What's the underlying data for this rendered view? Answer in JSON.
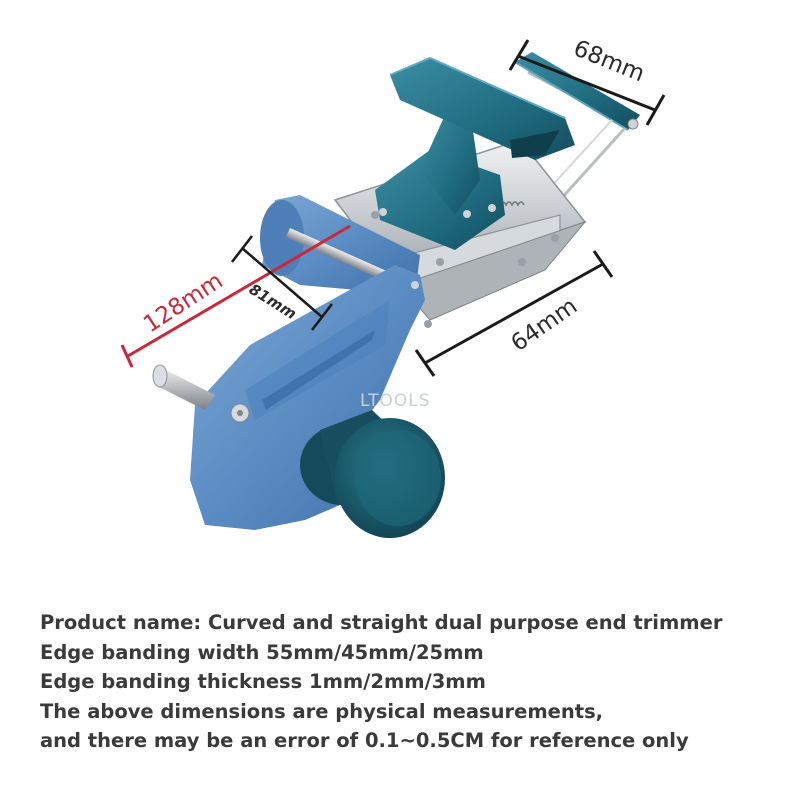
{
  "dimensions": {
    "top_width": "68mm",
    "side_length": "64mm",
    "overall_length": "128mm",
    "inner_length": "81mm"
  },
  "watermark": "LTOOLS",
  "description": [
    "Product name: Curved and straight dual purpose end trimmer",
    "Edge banding width 55mm/45mm/25mm",
    "Edge banding thickness 1mm/2mm/3mm",
    "The above dimensions are physical measurements,",
    "and there may be an error of 0.1~0.5CM for reference only"
  ],
  "colors": {
    "body_blue": "#5e8fc5",
    "handle_teal": "#1f6b80",
    "measure_red": "#c8293a",
    "measure_black": "#1a1a1a",
    "text": "#3a3a3a"
  }
}
